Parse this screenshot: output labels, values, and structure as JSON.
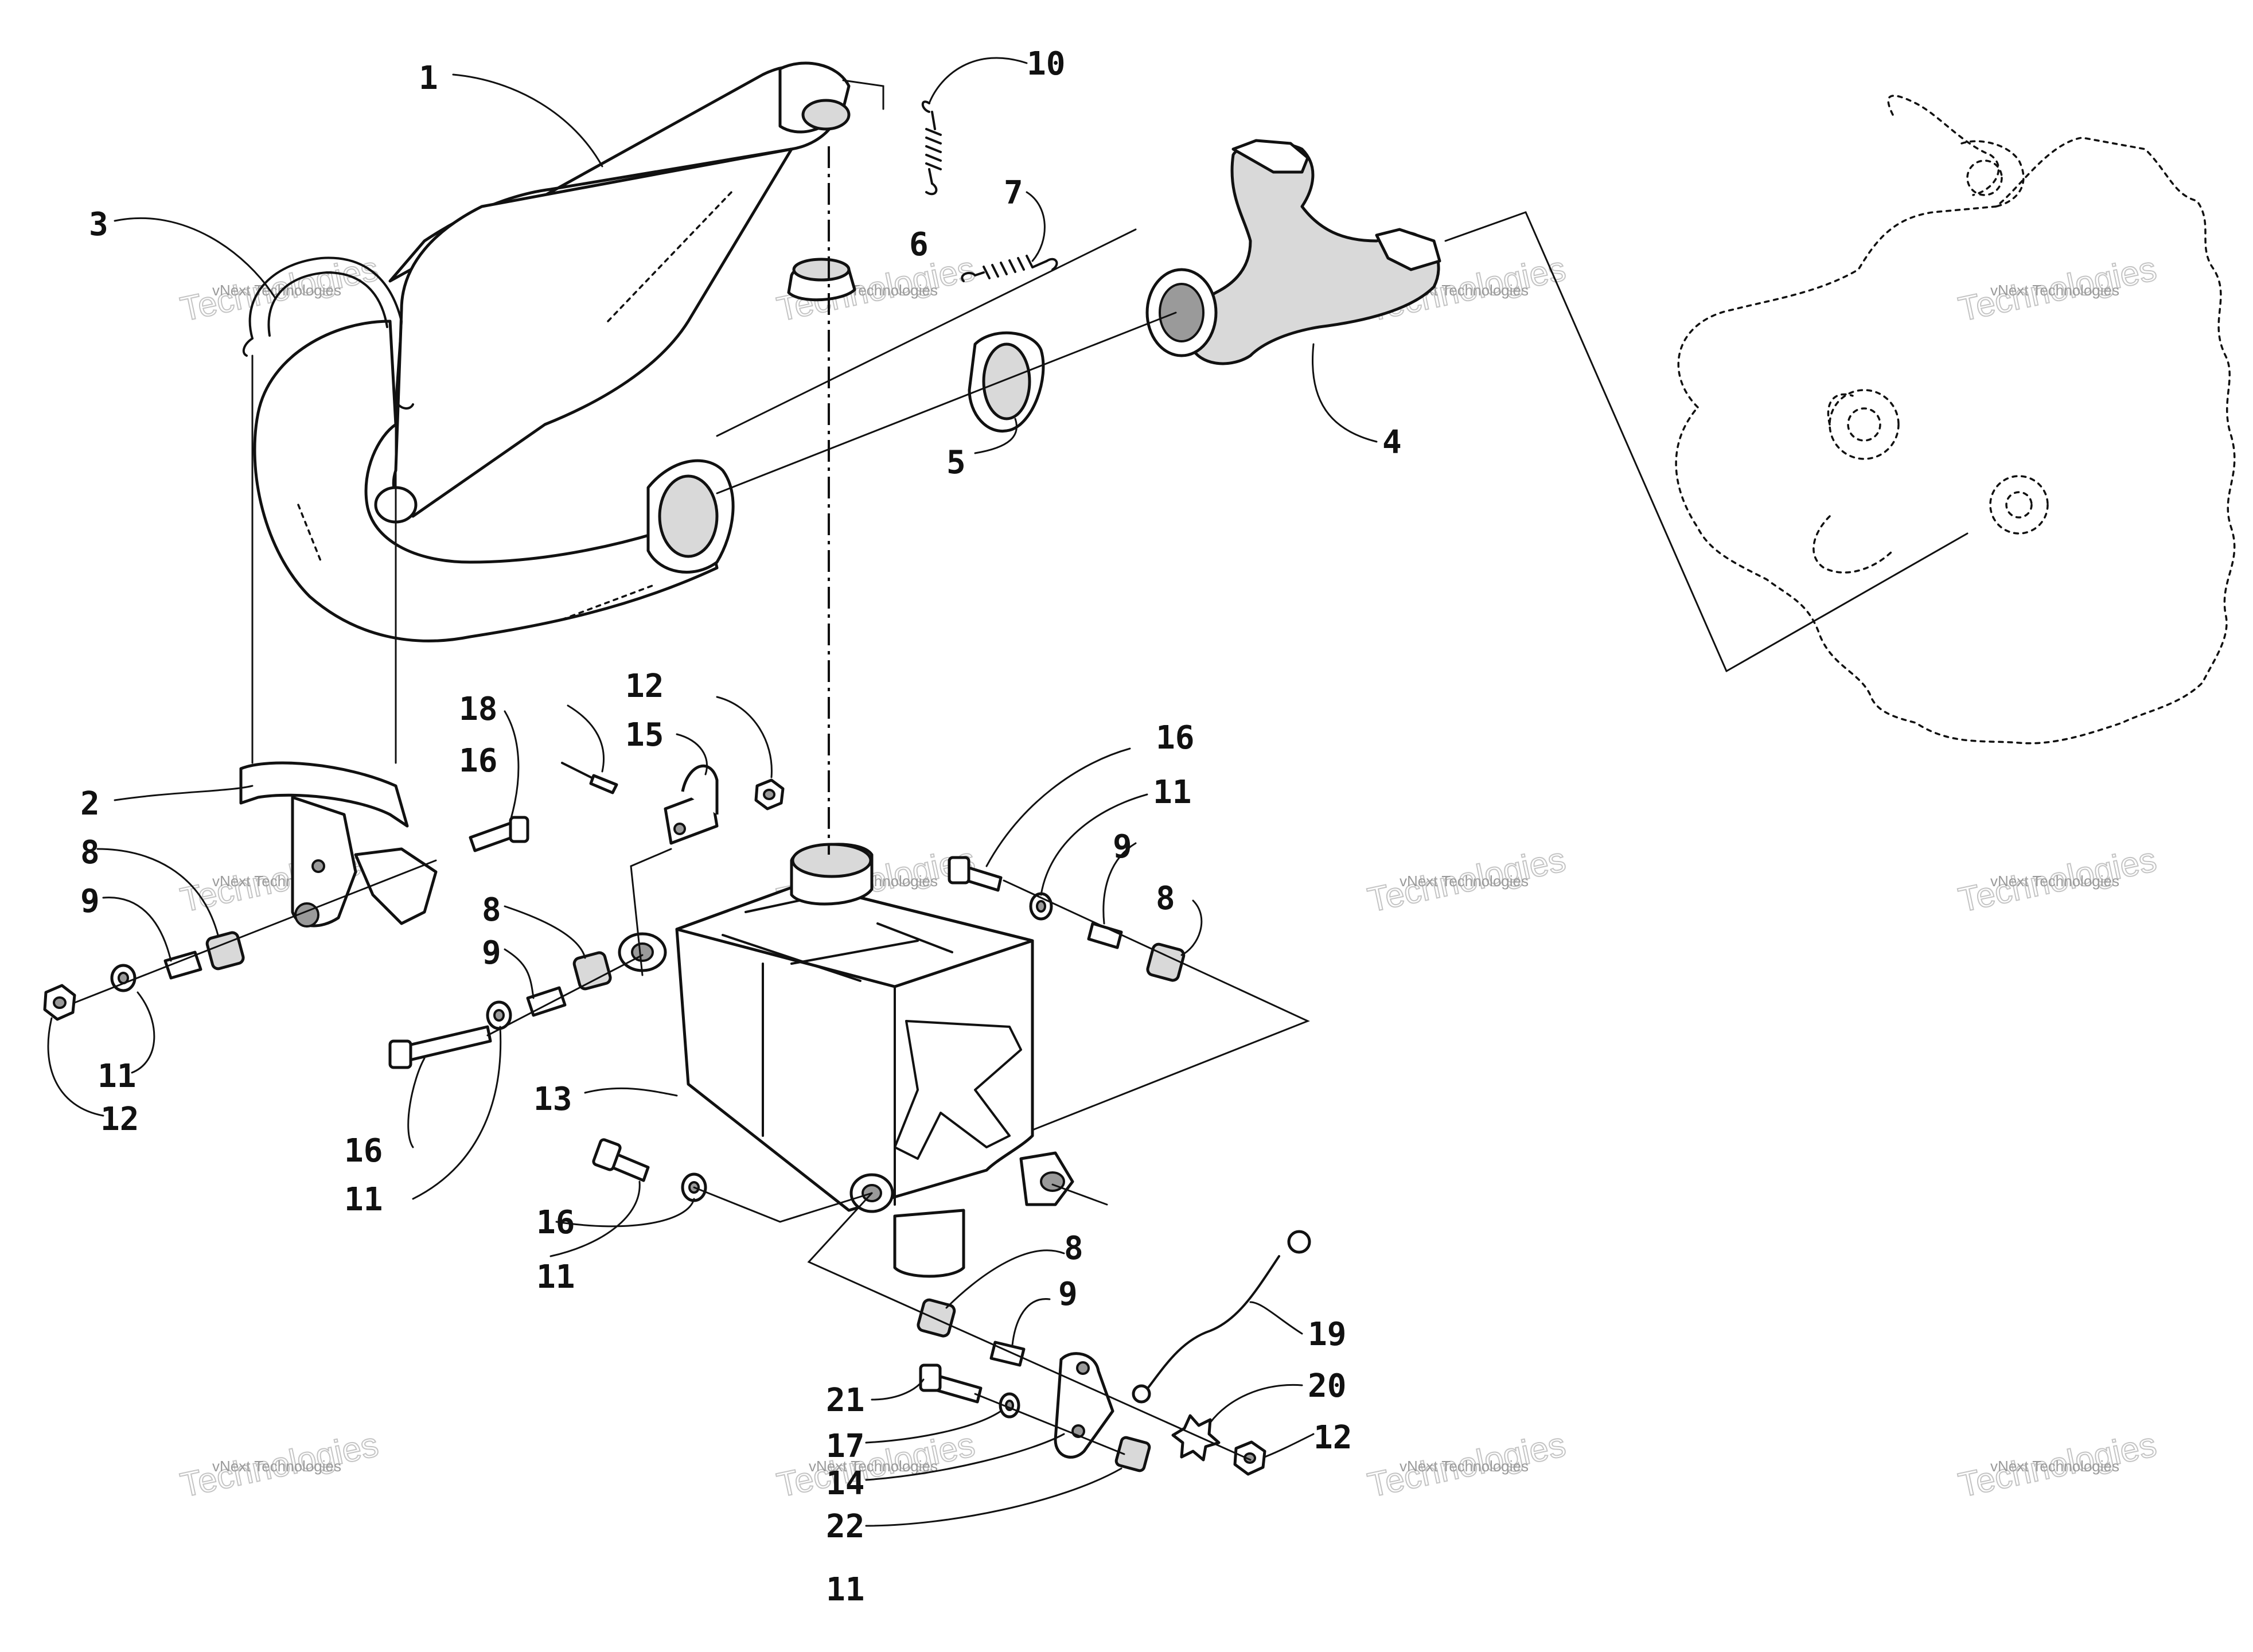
{
  "diagram": {
    "callouts": [
      "1",
      "2",
      "3",
      "4",
      "5",
      "6",
      "7",
      "8",
      "8",
      "8",
      "8",
      "9",
      "9",
      "9",
      "9",
      "10",
      "11",
      "11",
      "11",
      "11",
      "11",
      "12",
      "12",
      "12",
      "13",
      "14",
      "15",
      "16",
      "16",
      "16",
      "16",
      "17",
      "18",
      "19",
      "20",
      "21",
      "22"
    ]
  },
  "watermark": {
    "line1": "vNext Technologies",
    "line2": "Technologies"
  }
}
